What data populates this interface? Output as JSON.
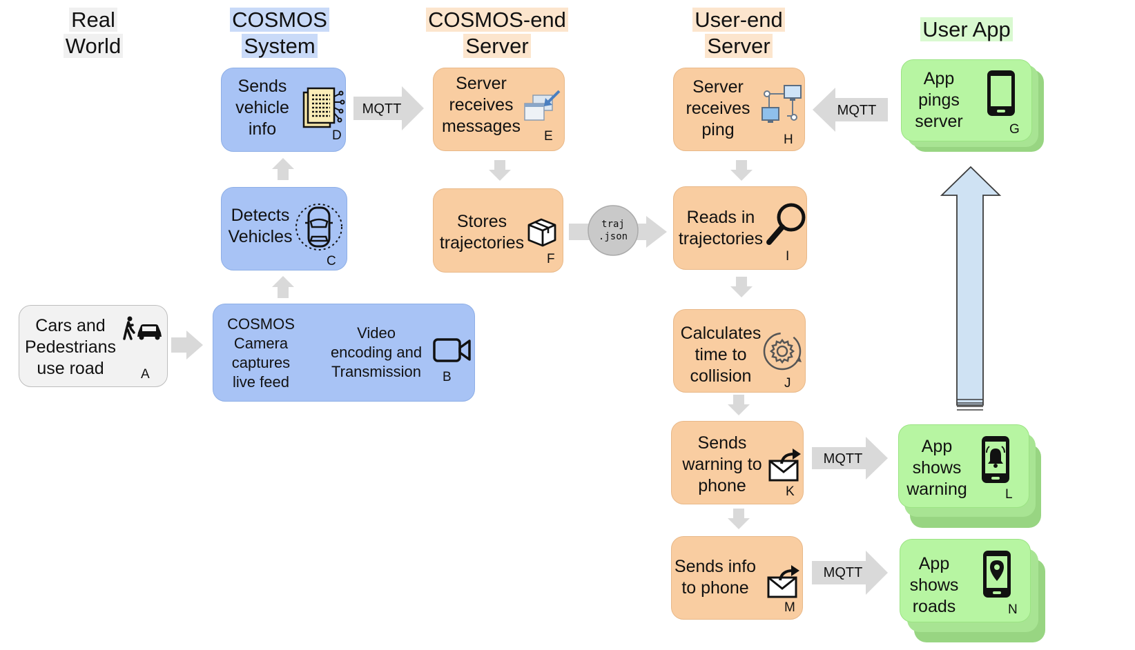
{
  "headers": {
    "real_world": [
      "Real",
      "World"
    ],
    "cosmos_system": [
      "COSMOS",
      "System"
    ],
    "cosmos_server": [
      "COSMOS-end",
      "Server"
    ],
    "user_server": [
      "User-end",
      "Server"
    ],
    "user_app": "User App"
  },
  "nodes": {
    "A": {
      "lines": [
        "Cars and",
        "Pedestrians",
        "use road"
      ],
      "letter": "A"
    },
    "B": {
      "left": [
        "COSMOS",
        "Camera",
        "captures",
        "live feed"
      ],
      "right": [
        "Video",
        "encoding and",
        "Transmission"
      ],
      "letter": "B"
    },
    "C": {
      "lines": [
        "Detects",
        "Vehicles"
      ],
      "letter": "C"
    },
    "D": {
      "lines": [
        "Sends",
        "vehicle",
        "info"
      ],
      "letter": "D"
    },
    "E": {
      "lines": [
        "Server",
        "receives",
        "messages"
      ],
      "letter": "E"
    },
    "F": {
      "lines": [
        "Stores",
        "trajectories"
      ],
      "letter": "F"
    },
    "G": {
      "lines": [
        "App",
        "pings",
        "server"
      ],
      "letter": "G"
    },
    "H": {
      "lines": [
        "Server",
        "receives",
        "ping"
      ],
      "letter": "H"
    },
    "I": {
      "lines": [
        "Reads in",
        "trajectories"
      ],
      "letter": "I"
    },
    "J": {
      "lines": [
        "Calculates",
        "time to",
        "collision"
      ],
      "letter": "J"
    },
    "K": {
      "lines": [
        "Sends",
        "warning to",
        "phone"
      ],
      "letter": "K"
    },
    "L": {
      "lines": [
        "App",
        "shows",
        "warning"
      ],
      "letter": "L"
    },
    "M": {
      "lines": [
        "Sends info",
        "to phone"
      ],
      "letter": "M"
    },
    "N": {
      "lines": [
        "App",
        "shows",
        "roads"
      ],
      "letter": "N"
    }
  },
  "edges": {
    "mqtt_label": "MQTT",
    "traj_label": [
      "traj",
      ".json"
    ]
  },
  "colors": {
    "cosmos_blue": "#a8c3f5",
    "server_orange": "#f9cda1",
    "app_green": "#b7f5a2",
    "real_gray": "#f2f2f2",
    "arrow_gray": "#d9d9d9",
    "uplink_blue": "#cfe2f3"
  }
}
